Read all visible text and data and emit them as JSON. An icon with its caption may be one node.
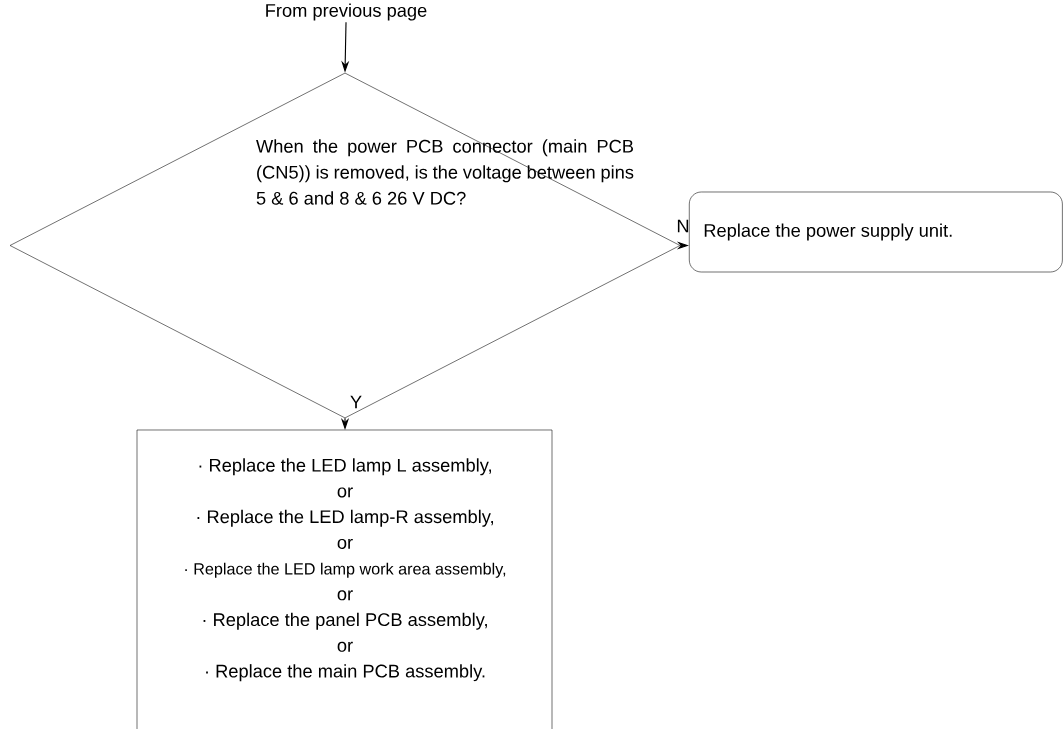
{
  "diagram": {
    "nodes": [
      {
        "text": [
          "From previous page"
        ]
      },
      {
        "text": [
          "When the power PCB connector (main PCB (CN5)) is removed, is the voltage between pins 5 & 6 and 8 & 6 26 V DC?"
        ]
      },
      {
        "text": [
          "Replace the power supply unit."
        ]
      },
      {
        "text": [
          "· Replace the LED lamp L assembly,",
          "or",
          "· Replace the LED lamp-R assembly,",
          "or",
          "· Replace the LED lamp work area assembly,",
          "or",
          "· Replace the panel PCB assembly,",
          "or",
          "· Replace the main PCB assembly."
        ]
      }
    ],
    "edges": [
      {
        "from": 0,
        "to": 1,
        "arrow": "to"
      },
      {
        "from": 1,
        "to": 2,
        "arrow": "to",
        "label": "N"
      },
      {
        "from": 1,
        "to": 3,
        "arrow": "to",
        "label": "Y"
      }
    ]
  }
}
